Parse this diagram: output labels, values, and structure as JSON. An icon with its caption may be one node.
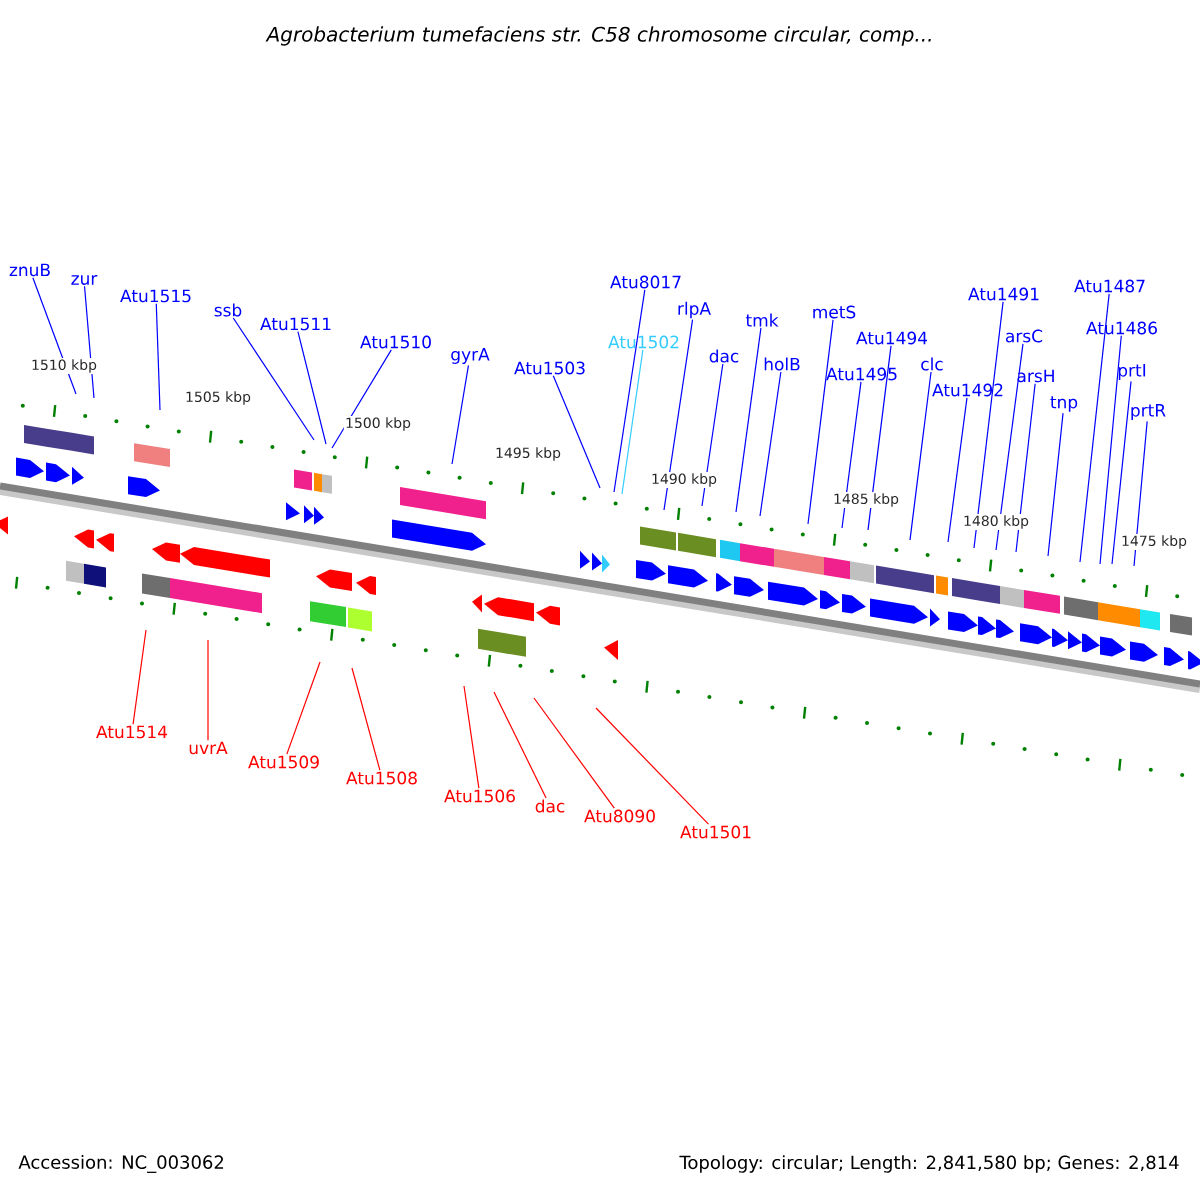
{
  "diagram": {
    "title": "*Agrobacterium tumefaciens* str. C58 chromosome circular, comp...",
    "nodes": [
      {
        "text": [
          "znuB"
        ]
      },
      {
        "text": [
          "zur"
        ]
      },
      {
        "text": [
          "Atu1515"
        ]
      },
      {
        "text": [
          "ssb"
        ]
      },
      {
        "text": [
          "Atu1511"
        ]
      },
      {
        "text": [
          "Atu1510"
        ]
      },
      {
        "text": [
          "gyrA"
        ]
      },
      {
        "text": [
          "Atu1503"
        ]
      },
      {
        "text": [
          "Atu8017"
        ]
      },
      {
        "text": [
          "Atu1502"
        ]
      },
      {
        "text": [
          "rlpA"
        ]
      },
      {
        "text": [
          "dac"
        ]
      },
      {
        "text": [
          "tmk"
        ]
      },
      {
        "text": [
          "holB"
        ]
      },
      {
        "text": [
          "metS"
        ]
      },
      {
        "text": [
          "Atu1494"
        ]
      },
      {
        "text": [
          "Atu1495"
        ]
      },
      {
        "text": [
          "clc"
        ]
      },
      {
        "text": [
          "Atu1492"
        ]
      },
      {
        "text": [
          "Atu1491"
        ]
      },
      {
        "text": [
          "arsC"
        ]
      },
      {
        "text": [
          "arsH"
        ]
      },
      {
        "text": [
          "tnp"
        ]
      },
      {
        "text": [
          "Atu1487"
        ]
      },
      {
        "text": [
          "Atu1486"
        ]
      },
      {
        "text": [
          "prtI"
        ]
      },
      {
        "text": [
          "prtR"
        ]
      },
      {
        "text": [
          "Atu1514"
        ]
      },
      {
        "text": [
          "uvrA"
        ]
      },
      {
        "text": [
          "Atu1509"
        ]
      },
      {
        "text": [
          "Atu1508"
        ]
      },
      {
        "text": [
          "Atu1506"
        ]
      },
      {
        "text": [
          "dac"
        ]
      },
      {
        "text": [
          "Atu8090"
        ]
      },
      {
        "text": [
          "Atu1501"
        ]
      }
    ],
    "edges": [
      {
        "from": 0,
        "to": null,
        "arrow": "none"
      },
      {
        "from": 1,
        "to": null,
        "arrow": "none"
      },
      {
        "from": 2,
        "to": null,
        "arrow": "none"
      },
      {
        "from": 3,
        "to": null,
        "arrow": "none"
      },
      {
        "from": 4,
        "to": null,
        "arrow": "none"
      },
      {
        "from": 5,
        "to": null,
        "arrow": "none"
      },
      {
        "from": 6,
        "to": null,
        "arrow": "none"
      },
      {
        "from": 7,
        "to": null,
        "arrow": "none"
      },
      {
        "from": 8,
        "to": null,
        "arrow": "none"
      },
      {
        "from": 9,
        "to": null,
        "arrow": "none",
        "color": "#33ccff"
      },
      {
        "from": 10,
        "to": null,
        "arrow": "none"
      },
      {
        "from": 11,
        "to": null,
        "arrow": "none"
      },
      {
        "from": 12,
        "to": null,
        "arrow": "none"
      },
      {
        "from": 13,
        "to": null,
        "arrow": "none"
      },
      {
        "from": 14,
        "to": null,
        "arrow": "none"
      },
      {
        "from": 15,
        "to": null,
        "arrow": "none"
      },
      {
        "from": 16,
        "to": null,
        "arrow": "none"
      },
      {
        "from": 17,
        "to": null,
        "arrow": "none"
      },
      {
        "from": 18,
        "to": null,
        "arrow": "none"
      },
      {
        "from": 19,
        "to": null,
        "arrow": "none"
      },
      {
        "from": 20,
        "to": null,
        "arrow": "none"
      },
      {
        "from": 21,
        "to": null,
        "arrow": "none"
      },
      {
        "from": 22,
        "to": null,
        "arrow": "none"
      },
      {
        "from": 23,
        "to": null,
        "arrow": "none"
      },
      {
        "from": 24,
        "to": null,
        "arrow": "none"
      },
      {
        "from": 25,
        "to": null,
        "arrow": "none"
      },
      {
        "from": 26,
        "to": null,
        "arrow": "none"
      },
      {
        "from": 27,
        "to": null,
        "arrow": "none",
        "color": "#ff0000"
      },
      {
        "from": 28,
        "to": null,
        "arrow": "none",
        "color": "#ff0000"
      },
      {
        "from": 29,
        "to": null,
        "arrow": "none",
        "color": "#ff0000"
      },
      {
        "from": 30,
        "to": null,
        "arrow": "none",
        "color": "#ff0000"
      },
      {
        "from": 31,
        "to": null,
        "arrow": "none",
        "color": "#ff0000"
      },
      {
        "from": 32,
        "to": null,
        "arrow": "none",
        "color": "#ff0000"
      },
      {
        "from": 33,
        "to": null,
        "arrow": "none",
        "color": "#ff0000"
      },
      {
        "from": 34,
        "to": null,
        "arrow": "none",
        "color": "#ff0000"
      }
    ],
    "labels": [
      "1510 kbp",
      "1505 kbp",
      "1500 kbp",
      "1495 kbp",
      "1490 kbp",
      "1485 kbp",
      "1480 kbp",
      "1475 kbp",
      "Accession: NC_003062",
      "Topology: circular; Length: 2,841,580 bp; Genes: 2,814"
    ]
  }
}
